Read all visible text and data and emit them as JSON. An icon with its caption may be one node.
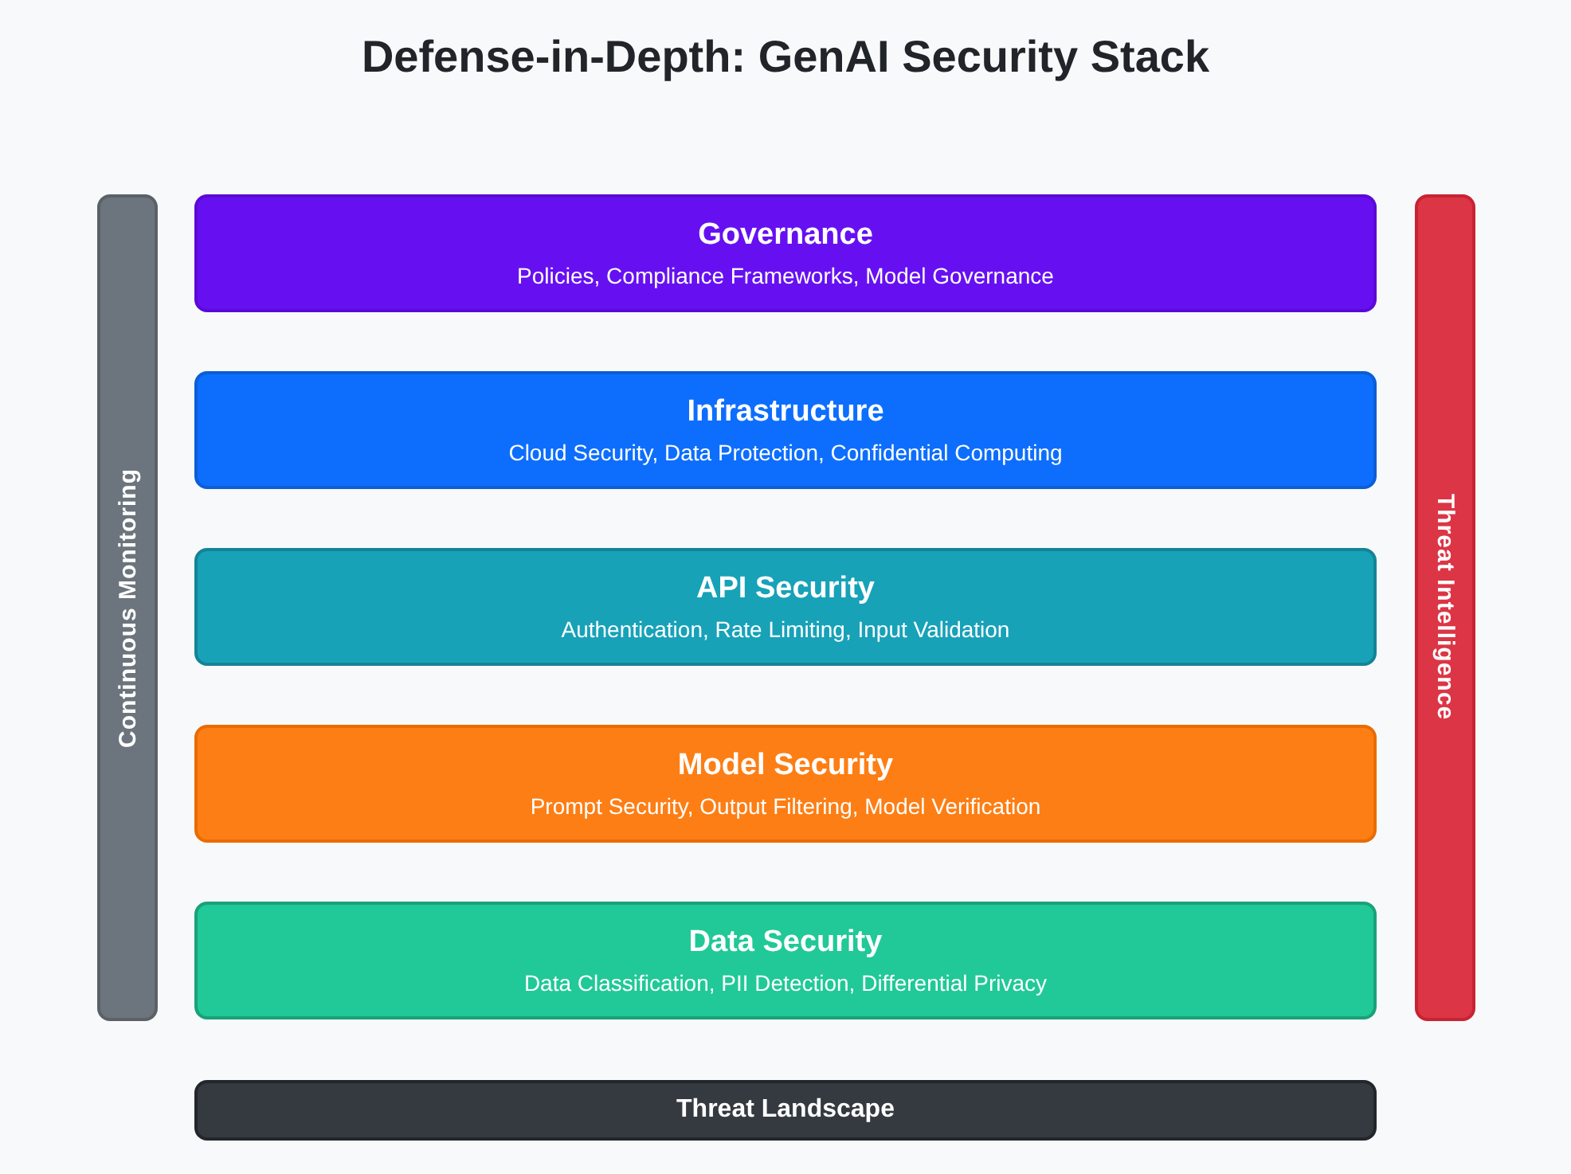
{
  "diagram": {
    "title": "Defense-in-Depth: GenAI Security Stack",
    "nodes": [
      {
        "text": [
          "Continuous Monitoring"
        ]
      },
      {
        "text": [
          "Governance",
          "Policies, Compliance Frameworks, Model Governance"
        ]
      },
      {
        "text": [
          "Infrastructure",
          "Cloud Security, Data Protection, Confidential Computing"
        ]
      },
      {
        "text": [
          "API Security",
          "Authentication, Rate Limiting, Input Validation"
        ]
      },
      {
        "text": [
          "Model Security",
          "Prompt Security, Output Filtering, Model Verification"
        ]
      },
      {
        "text": [
          "Data Security",
          "Data Classification, PII Detection, Differential Privacy"
        ]
      },
      {
        "text": [
          "Threat Intelligence"
        ]
      },
      {
        "text": [
          "Threat Landscape"
        ]
      }
    ]
  }
}
